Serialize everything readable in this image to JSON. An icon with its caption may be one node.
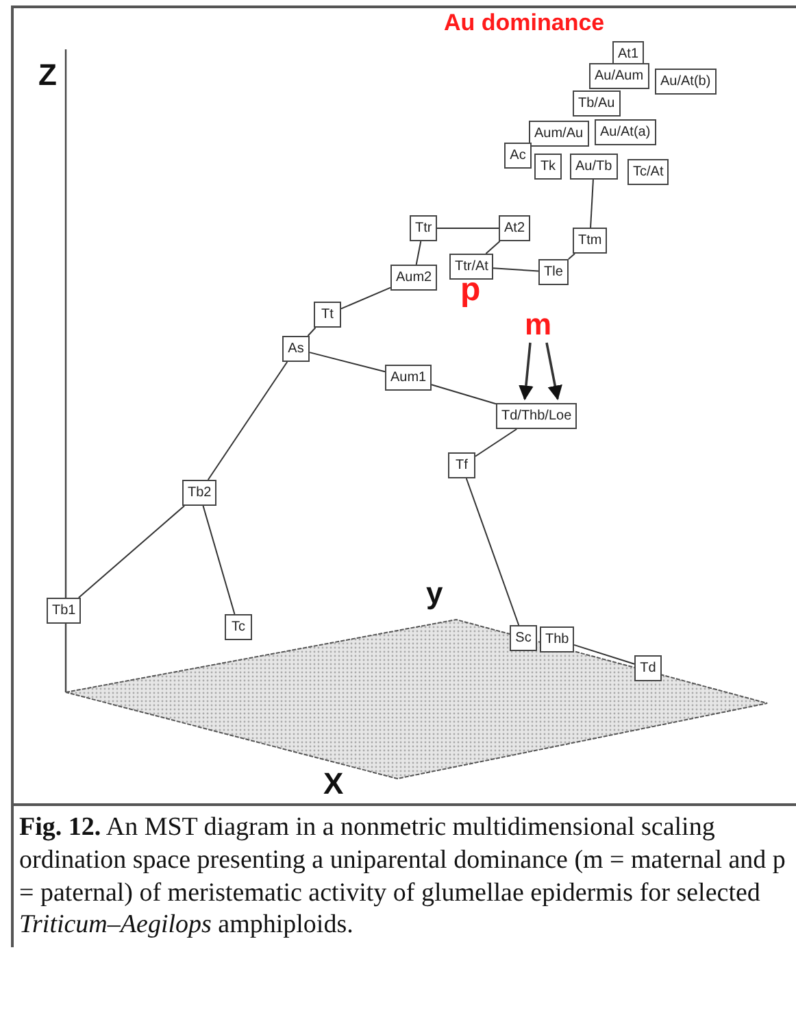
{
  "diagram": {
    "caption": "**Fig. 12.** An MST diagram in a nonmetric multidimensional scaling ordination space presenting a uniparental dominance (m = maternal and p = paternal) of meristematic activity of glumellae epidermis for selected *Triticum–Aegilops* amphiploids.",
    "nodes": [
      {
        "text": [
          "At1"
        ]
      },
      {
        "text": [
          "Au/Aum"
        ]
      },
      {
        "text": [
          "Au/At(b)"
        ]
      },
      {
        "text": [
          "Tb/Au"
        ]
      },
      {
        "text": [
          "Aum/Au"
        ]
      },
      {
        "text": [
          "Au/At(a)"
        ]
      },
      {
        "text": [
          "Ac"
        ]
      },
      {
        "text": [
          "Tk"
        ]
      },
      {
        "text": [
          "Au/Tb"
        ]
      },
      {
        "text": [
          "Tc/At"
        ]
      },
      {
        "text": [
          "Ttr"
        ]
      },
      {
        "text": [
          "At2"
        ]
      },
      {
        "text": [
          "Ttr/At"
        ]
      },
      {
        "text": [
          "Tle"
        ]
      },
      {
        "text": [
          "Ttm"
        ]
      },
      {
        "text": [
          "Aum2"
        ]
      },
      {
        "text": [
          "Tt"
        ]
      },
      {
        "text": [
          "As"
        ]
      },
      {
        "text": [
          "Aum1"
        ]
      },
      {
        "text": [
          "m"
        ]
      },
      {
        "text": [
          "Td/Thb/Loe"
        ]
      },
      {
        "text": [
          "Tf"
        ]
      },
      {
        "text": [
          "Tb2"
        ]
      },
      {
        "text": [
          "Tb1"
        ]
      },
      {
        "text": [
          "Tc"
        ]
      },
      {
        "text": [
          "Sc"
        ]
      },
      {
        "text": [
          "Thb"
        ]
      },
      {
        "text": [
          "Td"
        ]
      }
    ],
    "edges": [
      {
        "from": 23,
        "to": 22,
        "arrow": "none"
      },
      {
        "from": 22,
        "to": 24,
        "arrow": "none"
      },
      {
        "from": 22,
        "to": 17,
        "arrow": "none"
      },
      {
        "from": 17,
        "to": 16,
        "arrow": "none"
      },
      {
        "from": 16,
        "to": 15,
        "arrow": "none"
      },
      {
        "from": 15,
        "to": 10,
        "arrow": "none"
      },
      {
        "from": 10,
        "to": 11,
        "arrow": "none"
      },
      {
        "from": 11,
        "to": 12,
        "arrow": "none"
      },
      {
        "from": 12,
        "to": 13,
        "arrow": "none"
      },
      {
        "from": 13,
        "to": 14,
        "arrow": "none"
      },
      {
        "from": 14,
        "to": 8,
        "arrow": "none"
      },
      {
        "from": 17,
        "to": 18,
        "arrow": "none"
      },
      {
        "from": 18,
        "to": 20,
        "arrow": "none"
      },
      {
        "from": 20,
        "to": 21,
        "arrow": "none"
      },
      {
        "from": 21,
        "to": 25,
        "arrow": "none"
      },
      {
        "from": 26,
        "to": 27,
        "arrow": "none"
      },
      {
        "from": 19,
        "to": 20,
        "arrow": "to"
      },
      {
        "from": 19,
        "to": 20,
        "arrow": "to"
      }
    ],
    "labels": [
      "Au dominance",
      "p",
      "Z",
      "y",
      "X"
    ]
  }
}
